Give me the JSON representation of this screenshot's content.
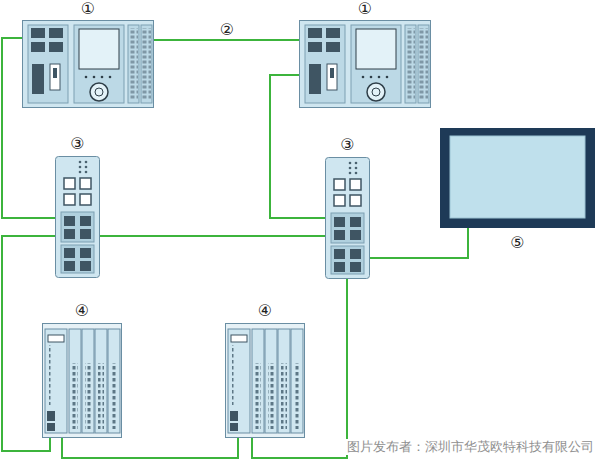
{
  "diagram": {
    "nodes": [
      {
        "text": [
          "①"
        ]
      },
      {
        "text": [
          "①"
        ]
      },
      {
        "text": [
          "③"
        ]
      },
      {
        "text": [
          "③"
        ]
      },
      {
        "text": [
          "⑤"
        ]
      },
      {
        "text": [
          "④"
        ]
      },
      {
        "text": [
          "④"
        ]
      }
    ],
    "edges": [
      {
        "from": 0,
        "to": 1,
        "label": "②",
        "arrow": "none"
      },
      {
        "from": 0,
        "to": 2,
        "arrow": "none"
      },
      {
        "from": 1,
        "to": 3,
        "arrow": "none"
      },
      {
        "from": 2,
        "to": 3,
        "arrow": "none"
      },
      {
        "from": 2,
        "to": 5,
        "arrow": "none"
      },
      {
        "from": 5,
        "to": 6,
        "arrow": "none"
      },
      {
        "from": 3,
        "to": 6,
        "arrow": "none"
      },
      {
        "from": 3,
        "to": 4,
        "arrow": "none"
      }
    ],
    "labels": [
      "图片发布者：深圳市华茂欧特科技有限公司"
    ]
  }
}
